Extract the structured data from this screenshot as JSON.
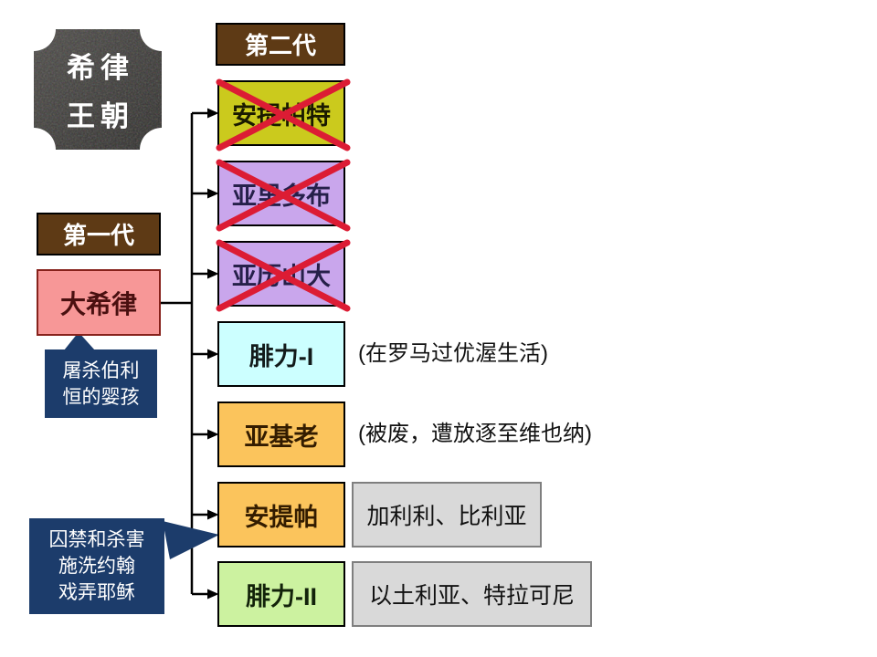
{
  "title": {
    "lines": [
      "希律",
      "王朝"
    ]
  },
  "labels": {
    "generation2": "第二代",
    "generation1": "第一代"
  },
  "founder": {
    "name": "大希律"
  },
  "founder_callout": {
    "lines": [
      "屠杀伯利",
      "恒的婴孩"
    ]
  },
  "antipas_callout": {
    "lines": [
      "囚禁和杀害",
      "施洗约翰",
      "戏弄耶稣"
    ]
  },
  "children": [
    {
      "name": "安提帕特",
      "crossed_out": true,
      "fill": "#cbca1d",
      "text_color": "#1a1a00"
    },
    {
      "name": "亚里多布",
      "crossed_out": true,
      "fill": "#c9a6ec",
      "text_color": "#26204a"
    },
    {
      "name": "亚历山大",
      "crossed_out": true,
      "fill": "#c9a6ec",
      "text_color": "#26204a"
    },
    {
      "name": "腓力-I",
      "crossed_out": false,
      "fill": "#ccffff",
      "text_color": "#121a1a",
      "note": "(在罗马过优渥生活)"
    },
    {
      "name": "亚基老",
      "crossed_out": false,
      "fill": "#fbc45c",
      "text_color": "#331c00",
      "note": "(被废，遭放逐至维也纳)"
    },
    {
      "name": "安提帕",
      "crossed_out": false,
      "fill": "#fbc45c",
      "text_color": "#331c00",
      "territory": "加利利、比利亚"
    },
    {
      "name": "腓力-II",
      "crossed_out": false,
      "fill": "#ccf2a0",
      "text_color": "#12220a",
      "territory": "以土利亚、特拉可尼"
    }
  ],
  "colors": {
    "generation_label_bg": "#5e3a15",
    "callout_bg": "#1c3c6b",
    "founder_bg": "#f79797",
    "founder_border": "#87221c",
    "cross": "#dc1c34",
    "territory_bg": "#d9d9d9",
    "territory_border": "#7f7f7f",
    "connector": "#000000",
    "plaque_bg": "#3b3a38"
  }
}
